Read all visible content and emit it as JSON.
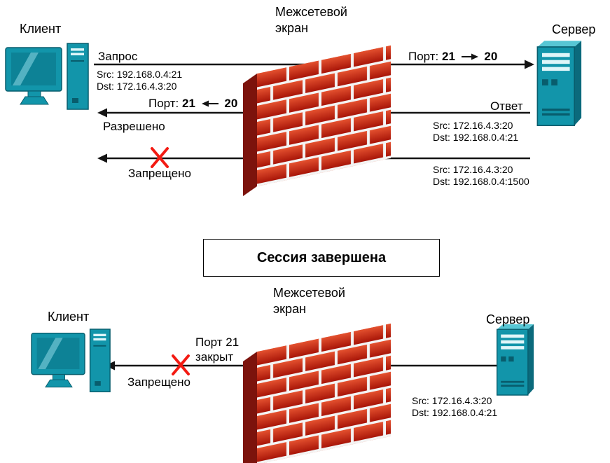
{
  "top": {
    "client_label": "Клиент",
    "firewall_label_line1": "Межсетевой",
    "firewall_label_line2": "экран",
    "server_label": "Сервер",
    "request_label": "Запрос",
    "request_src": "Src: 192.168.0.4:21",
    "request_dst": "Dst: 172.16.4.3:20",
    "port_out_prefix": "Порт:",
    "port_out_from": "21",
    "port_out_to": "20",
    "response_label": "Ответ",
    "response_src": "Src: 172.16.4.3:20",
    "response_dst": "Dst: 192.168.0.4:21",
    "port_in_prefix": "Порт:",
    "port_in_from": "21",
    "port_in_to": "20",
    "allowed_label": "Разрешено",
    "denied_label": "Запрещено",
    "blocked_src": "Src: 172.16.4.3:20",
    "blocked_dst": "Dst: 192.168.0.4:1500"
  },
  "session_banner": "Сессия завершена",
  "bottom": {
    "client_label": "Клиент",
    "firewall_label_line1": "Межсетевой",
    "firewall_label_line2": "экран",
    "server_label": "Сервер",
    "port_closed_line1": "Порт 21",
    "port_closed_line2": "закрыт",
    "denied_label": "Запрещено",
    "src": "Src: 172.16.4.3:20",
    "dst": "Dst: 192.168.0.4:21"
  },
  "colors": {
    "brick_red": "#cd2a1a",
    "brick_dark_side": "#7c130c",
    "device_teal": "#1295aa",
    "blocked_x_red": "#f31a12",
    "line_black": "#141414"
  }
}
